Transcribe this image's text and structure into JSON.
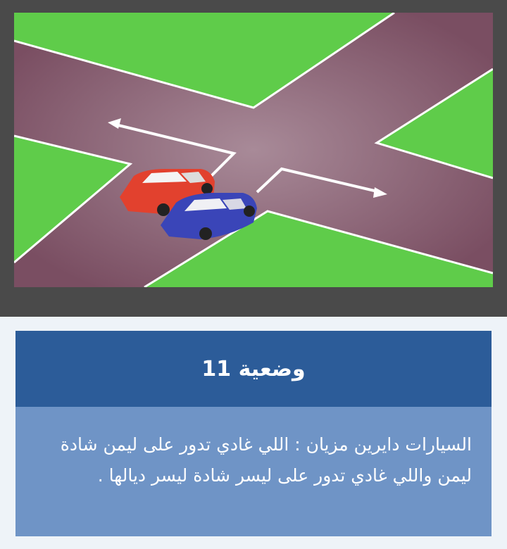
{
  "scene": {
    "description_icon": "intersection-turning-cars-illustration",
    "colors": {
      "grass": "#5fcc4a",
      "road": "#7a4e62",
      "lane_line": "#ffffff",
      "red_car": "#e2412e",
      "blue_car": "#3a45b8",
      "frame": "#4a4a4a"
    }
  },
  "card": {
    "title": "وضعية 11",
    "body": "السيارات دايرين مزيان : اللي غادي تدور على ليمن شادة ليمن واللي غادي تدور على ليسر شادة ليسر ديالها .",
    "colors": {
      "header_bg": "#2c5c99",
      "body_bg": "#6f94c6",
      "text": "#ffffff"
    }
  }
}
